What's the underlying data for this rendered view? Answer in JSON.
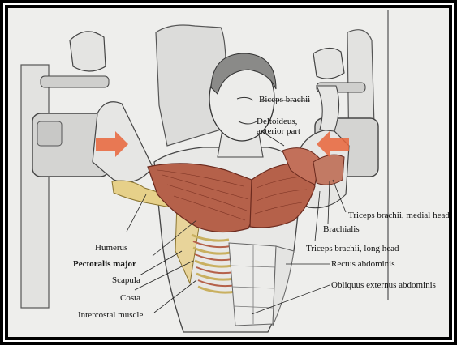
{
  "labels": {
    "biceps": "Biceps brachii",
    "deltoideus_line1": "Deltoideus,",
    "deltoideus_line2": "anterior part",
    "triceps_medial": "Triceps brachii, medial head",
    "brachialis": "Brachialis",
    "triceps_long": "Triceps brachii, long head",
    "rectus": "Rectus abdominis",
    "obliquus": "Obliquus externus abdominis",
    "humerus": "Humerus",
    "pectoralis": "Pectoralis major",
    "scapula": "Scapula",
    "costa": "Costa",
    "intercostal": "Intercostal muscle"
  },
  "colors": {
    "frame": "#ffffff",
    "background": "#eeeeec",
    "muscle": "#b5614a",
    "bone": "#e6d089",
    "arrow": "#e8643a"
  },
  "icons": {
    "left_arrow": "push-arrow-right-icon",
    "right_arrow": "push-arrow-left-icon"
  }
}
